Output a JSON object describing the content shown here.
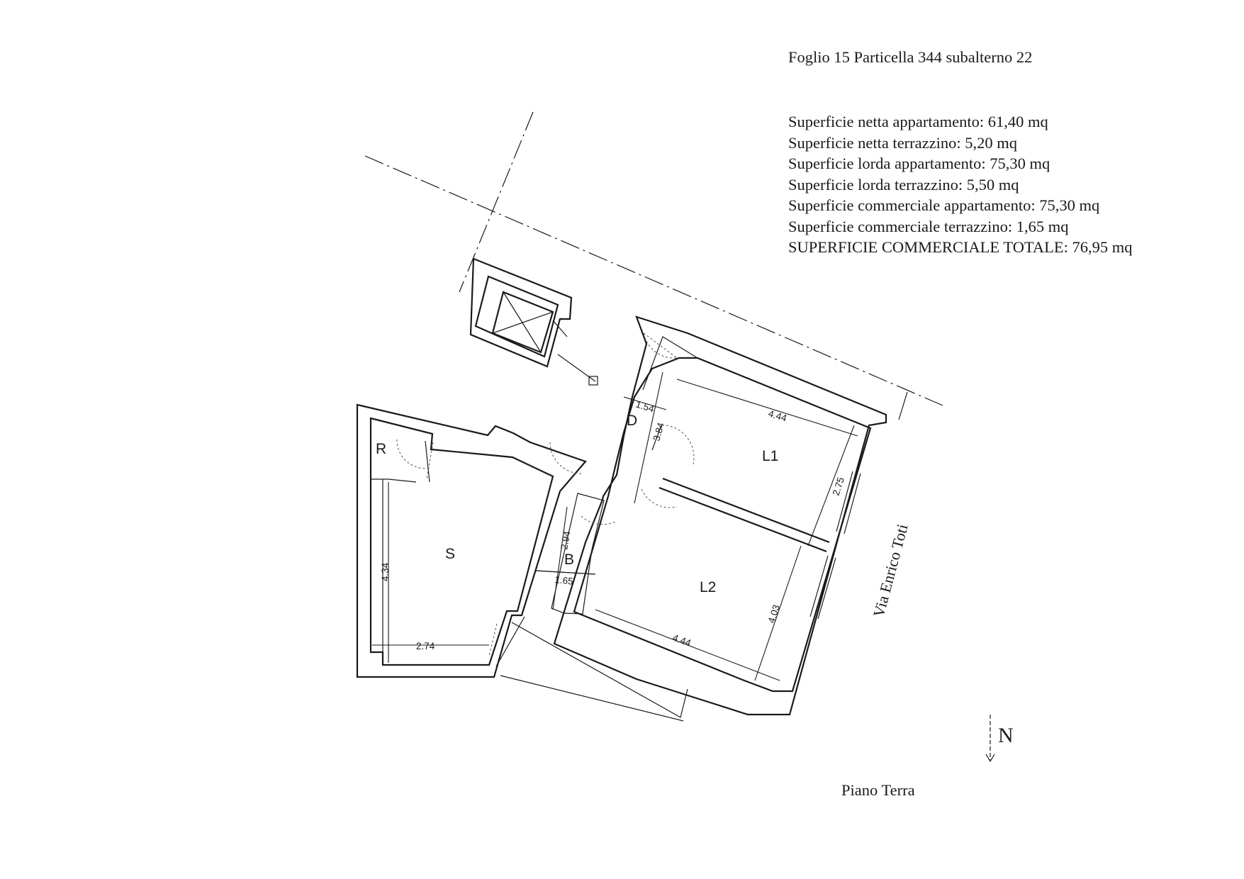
{
  "header": {
    "reference": "Foglio 15 Particella 344 subalterno 22"
  },
  "surfaces": [
    "Superficie netta appartamento: 61,40 mq",
    "Superficie netta terrazzino: 5,20 mq",
    "Superficie lorda appartamento: 75,30 mq",
    "Superficie lorda terrazzino: 5,50 mq",
    "Superficie commerciale appartamento: 75,30 mq",
    "Superficie commerciale terrazzino: 1,65 mq",
    "SUPERFICIE COMMERCIALE TOTALE: 76,95 mq"
  ],
  "rooms": {
    "r": "R",
    "s": "S",
    "d": "D",
    "b": "B",
    "l1": "L1",
    "l2": "L2"
  },
  "dimensions": {
    "d_width": "1.54",
    "d_length": "3.84",
    "l1_width": "4.44",
    "l1_depth": "2.75",
    "l2_width": "4.44",
    "l2_depth": "4.03",
    "b_length": "2.94",
    "b_width": "1.65",
    "s_depth": "4.34",
    "s_width": "2.74"
  },
  "street": "Via Enrico Toti",
  "north": "N",
  "floor": "Piano Terra"
}
